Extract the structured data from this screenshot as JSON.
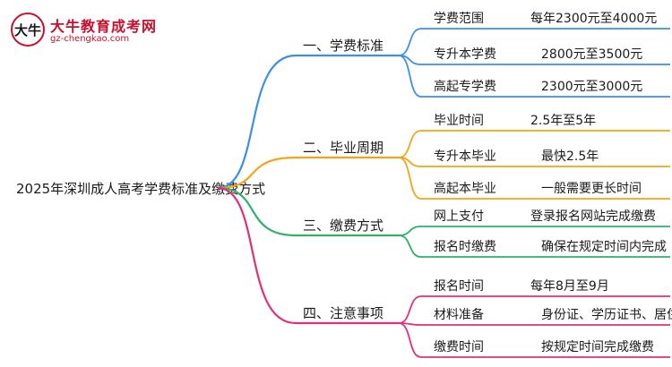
{
  "logo": {
    "badge_text": "大牛",
    "title": "大牛教育成考网",
    "url": "gz-chengkao.com"
  },
  "diagram": {
    "root": "2025年深圳成人高考学费标准及缴费方式",
    "branches": [
      {
        "label": "一、学费标准",
        "color": "#3d8fe6",
        "leaves": [
          {
            "key": "学费范围",
            "value": "每年2300元至4000元"
          },
          {
            "key": "专升本学费",
            "value": "2800元至3500元"
          },
          {
            "key": "高起专学费",
            "value": "2300元至3000元"
          }
        ]
      },
      {
        "label": "二、毕业周期",
        "color": "#f2a516",
        "leaves": [
          {
            "key": "毕业时间",
            "value": "2.5年至5年"
          },
          {
            "key": "专升本毕业",
            "value": "最快2.5年"
          },
          {
            "key": "高起本毕业",
            "value": "一般需要更长时间"
          }
        ]
      },
      {
        "label": "三、缴费方式",
        "color": "#2fb06a",
        "leaves": [
          {
            "key": "网上支付",
            "value": "登录报名网站完成缴费"
          },
          {
            "key": "报名时缴费",
            "value": "确保在规定时间内完成"
          }
        ]
      },
      {
        "label": "四、注意事项",
        "color": "#e0307a",
        "leaves": [
          {
            "key": "报名时间",
            "value": "每年8月至9月"
          },
          {
            "key": "材料准备",
            "value": "身份证、学历证书、居住证"
          },
          {
            "key": "缴费时间",
            "value": "按规定时间完成缴费"
          }
        ]
      }
    ]
  }
}
